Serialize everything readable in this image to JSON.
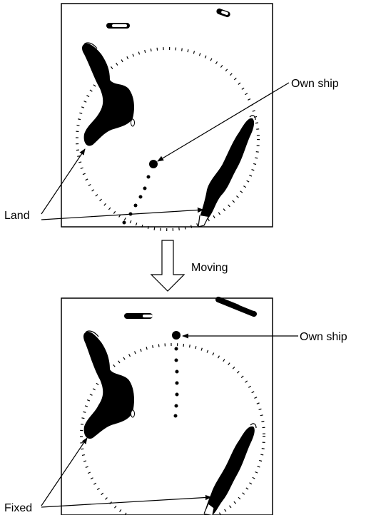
{
  "labels": {
    "own_ship_top": "Own ship",
    "land": "Land",
    "moving": "Moving",
    "own_ship_bottom": "Own ship",
    "fixed": "Fixed"
  },
  "colors": {
    "ink": "#000000",
    "background": "#ffffff"
  }
}
